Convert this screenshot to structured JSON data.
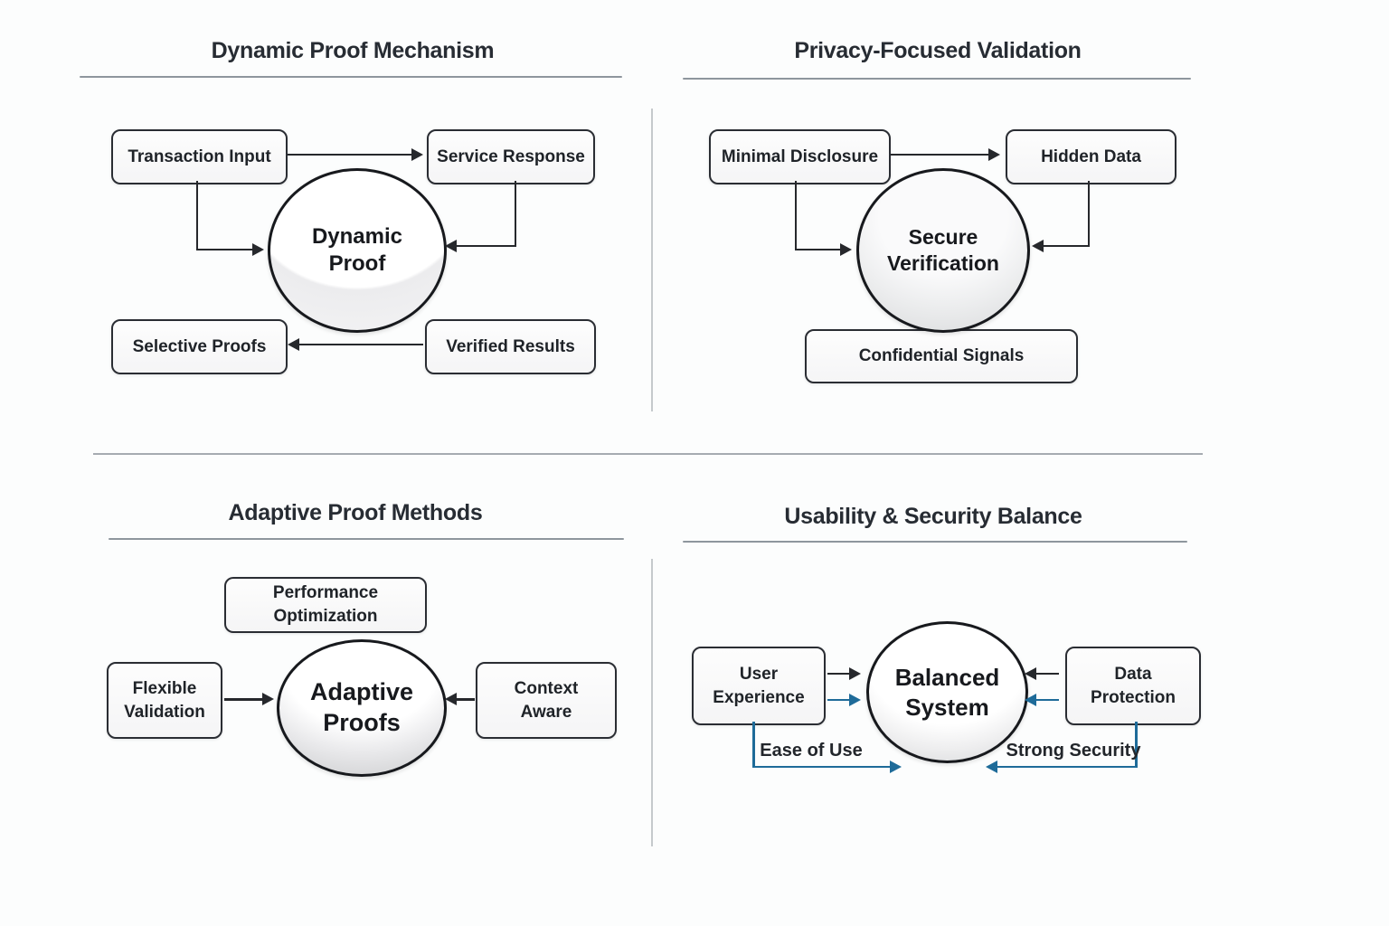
{
  "colors": {
    "accent_blue": "#1e6b99",
    "arrow_black": "#26282c",
    "divider_gray": "#a6abb1"
  },
  "quadrants": {
    "q1": {
      "title": "Dynamic Proof Mechanism",
      "center": {
        "label": "Dynamic\nProof"
      },
      "boxes": [
        {
          "label": "Transaction Input"
        },
        {
          "label": "Service Response"
        },
        {
          "label": "Selective Proofs"
        },
        {
          "label": "Verified Results"
        }
      ]
    },
    "q2": {
      "title": "Privacy-Focused Validation",
      "center": {
        "label": "Secure\nVerification"
      },
      "boxes": [
        {
          "label": "Minimal Disclosure"
        },
        {
          "label": "Hidden Data"
        },
        {
          "label": "Confidential Signals"
        }
      ]
    },
    "q3": {
      "title": "Adaptive Proof Methods",
      "center": {
        "label": "Adaptive\nProofs"
      },
      "boxes": [
        {
          "label": "Performance Optimization"
        },
        {
          "label": "Flexible\nValidation"
        },
        {
          "label": "Context\nAware"
        }
      ]
    },
    "q4": {
      "title": "Usability & Security Balance",
      "center": {
        "label": "Balanced\nSystem"
      },
      "boxes": [
        {
          "label": "User\nExperience"
        },
        {
          "label": "Data\nProtection"
        }
      ],
      "flow_labels": [
        {
          "label": "Ease of Use"
        },
        {
          "label": "Strong Security"
        }
      ]
    }
  }
}
